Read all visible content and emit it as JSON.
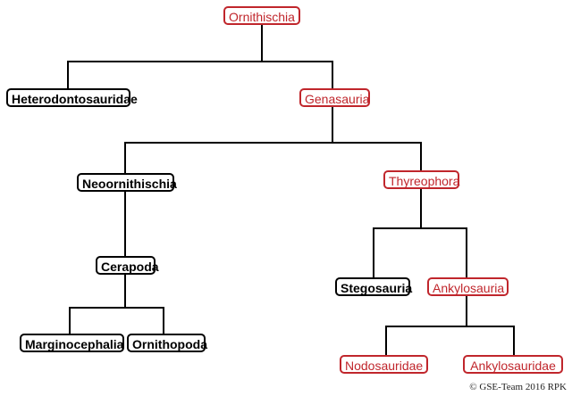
{
  "colors": {
    "highlight": "#c0262c",
    "normal": "#000000",
    "edge": "#000000"
  },
  "nodes": {
    "ornithischia": {
      "label": "Ornithischia",
      "style": "red"
    },
    "heterodontosauridae": {
      "label": "Heterodontosauridae",
      "style": "black"
    },
    "genasauria": {
      "label": "Genasauria",
      "style": "red"
    },
    "neoornithischia": {
      "label": "Neoornithischia",
      "style": "black"
    },
    "thyreophora": {
      "label": "Thyreophora",
      "style": "red"
    },
    "cerapoda": {
      "label": "Cerapoda",
      "style": "black"
    },
    "stegosauria": {
      "label": "Stegosauria",
      "style": "black"
    },
    "ankylosauria": {
      "label": "Ankylosauria",
      "style": "red"
    },
    "marginocephalia": {
      "label": "Marginocephalia",
      "style": "black"
    },
    "ornithopoda": {
      "label": "Ornithopoda",
      "style": "black"
    },
    "nodosauridae": {
      "label": "Nodosauridae",
      "style": "red"
    },
    "ankylosauridae": {
      "label": "Ankylosauridae",
      "style": "red"
    }
  },
  "tree": [
    {
      "parent": "ornithischia",
      "children": [
        "heterodontosauridae",
        "genasauria"
      ]
    },
    {
      "parent": "genasauria",
      "children": [
        "neoornithischia",
        "thyreophora"
      ]
    },
    {
      "parent": "neoornithischia",
      "children": [
        "cerapoda"
      ]
    },
    {
      "parent": "cerapoda",
      "children": [
        "marginocephalia",
        "ornithopoda"
      ]
    },
    {
      "parent": "thyreophora",
      "children": [
        "stegosauria",
        "ankylosauria"
      ]
    },
    {
      "parent": "ankylosauria",
      "children": [
        "nodosauridae",
        "ankylosauridae"
      ]
    }
  ],
  "copyright": "© GSE-Team 2016 RPK"
}
